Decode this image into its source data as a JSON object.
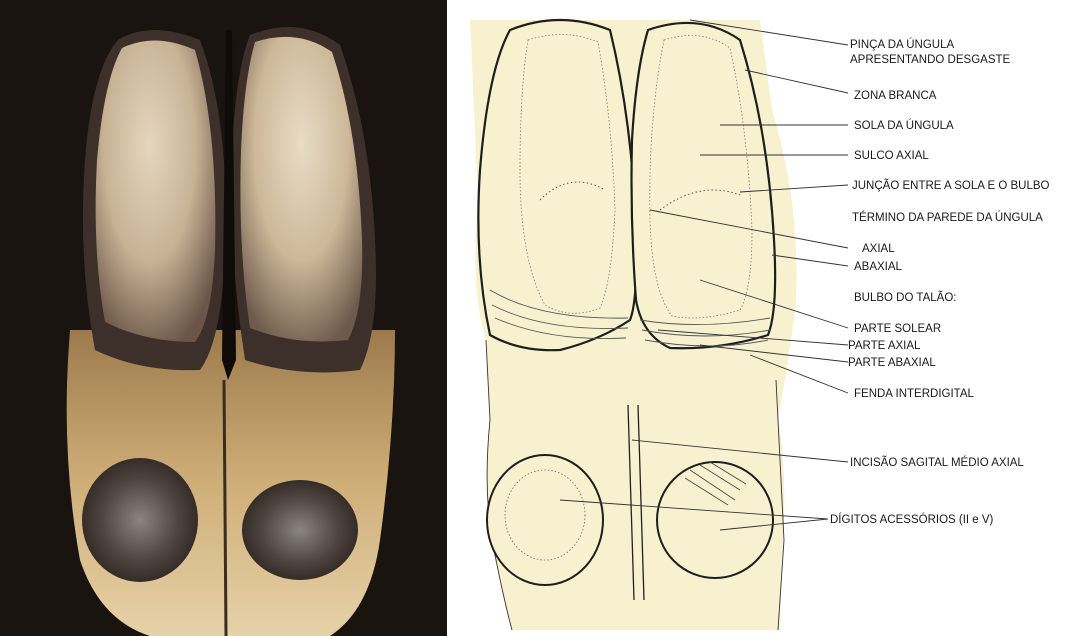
{
  "colors": {
    "photo_background": "#1a1410",
    "diagram_fill": "#f7f1cf",
    "outline": "#1e1e1e",
    "hoof_light": "#d9c7a8",
    "hoof_dark": "#4a3d38",
    "hair": "#c8a772"
  },
  "photo": {
    "subject": "photograph of bovine hoof, solar view"
  },
  "labels": [
    {
      "text": "PINÇA DA ÚNGULA"
    },
    {
      "text": "APRESENTANDO DESGASTE"
    },
    {
      "text": "ZONA BRANCA"
    },
    {
      "text": "SOLA DA ÚNGULA"
    },
    {
      "text": "SULCO AXIAL"
    },
    {
      "text": "JUNÇÃO ENTRE A SOLA E O BULBO"
    },
    {
      "text": "TÉRMINO DA PAREDE DA ÚNGULA"
    },
    {
      "text": "AXIAL"
    },
    {
      "text": "ABAXIAL"
    },
    {
      "text": "BULBO DO TALÃO:"
    },
    {
      "text": "PARTE SOLEAR"
    },
    {
      "text": "PARTE AXIAL"
    },
    {
      "text": "PARTE ABAXIAL"
    },
    {
      "text": "FENDA INTERDIGITAL"
    },
    {
      "text": "INCISÃO SAGITAL MÉDIO AXIAL"
    },
    {
      "text": "DÍGITOS ACESSÓRIOS (II e V)"
    }
  ]
}
